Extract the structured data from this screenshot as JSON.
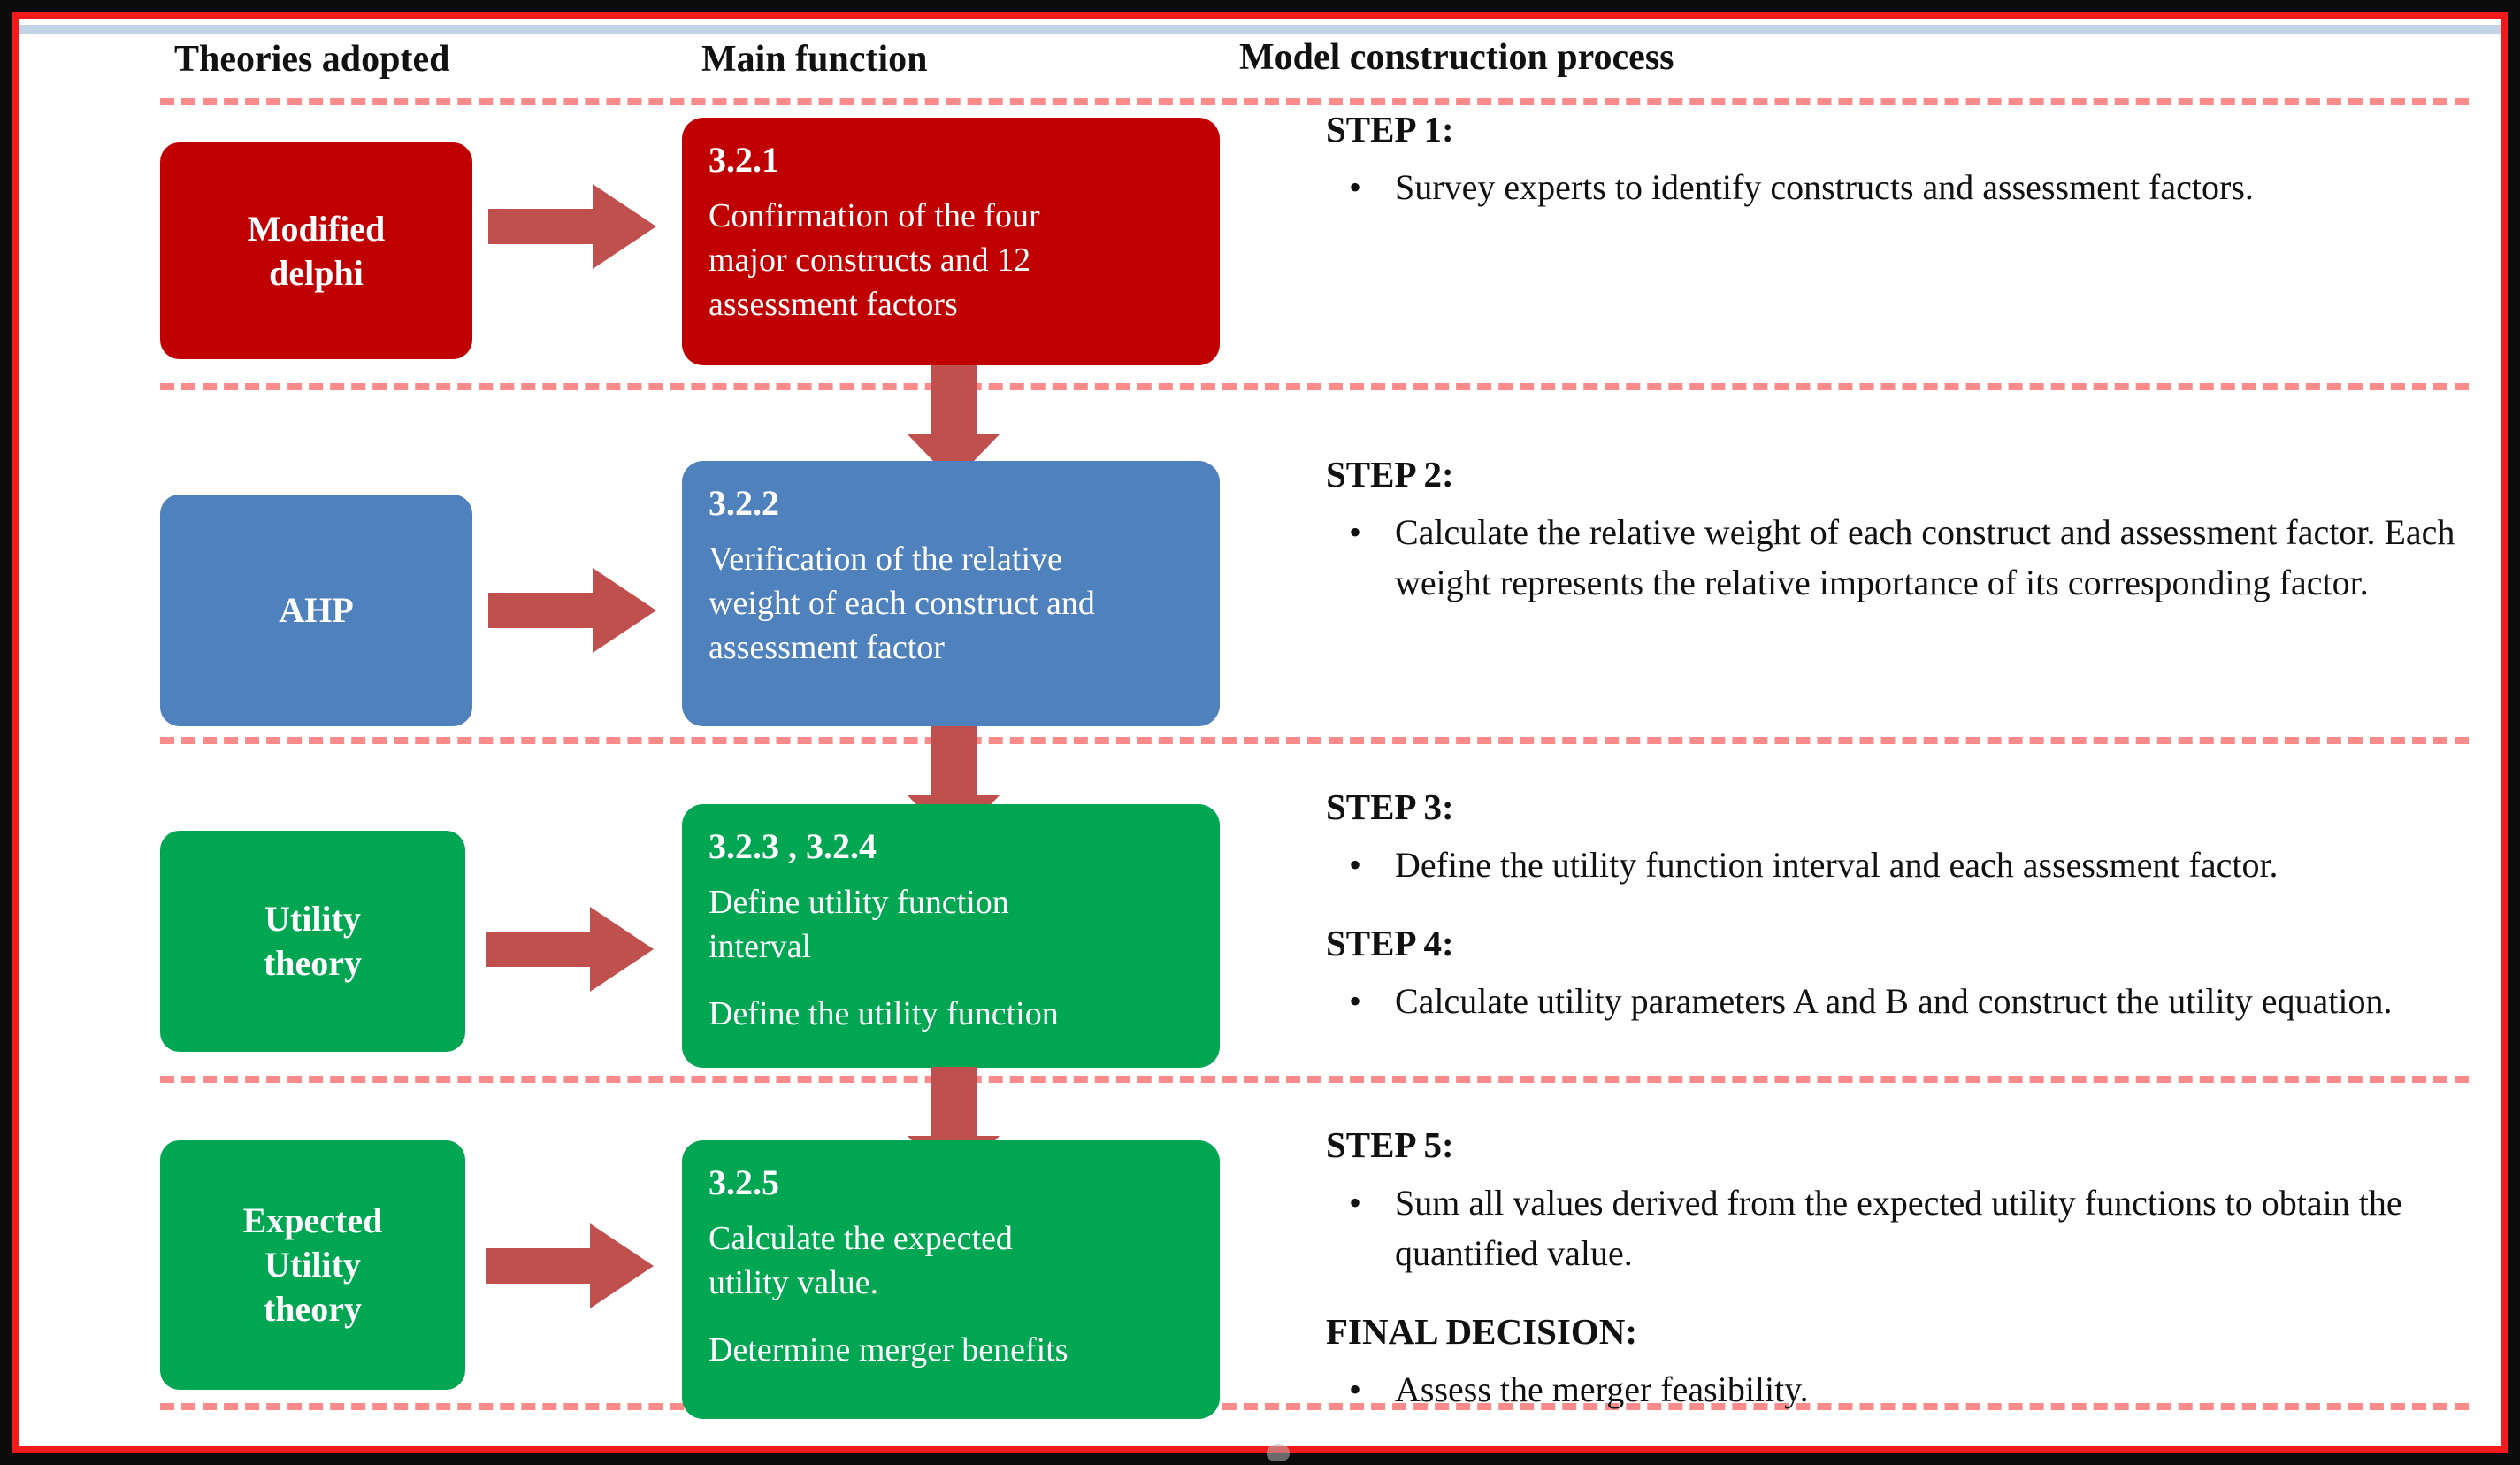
{
  "columns": {
    "theories": "Theories adopted",
    "main_function": "Main function",
    "process": "Model construction process"
  },
  "colors": {
    "red": "#C00000",
    "blue": "#4F81BD",
    "green": "#00A651",
    "arrow": "#C0504D",
    "dashed_separator": "#FB8B8B",
    "frame_red": "#F21A1A",
    "frame_black": "#0B0B0B",
    "text_dark": "#111111",
    "text_light": "#FFFFFF"
  },
  "rows": [
    {
      "theory": "Modified\ndelphi",
      "theory_label_line1": "Modified",
      "theory_label_line2": "delphi",
      "color": "#C00000",
      "section_number": "3.2.1",
      "function_lines": [
        "Confirmation of the four",
        " major constructs and 12",
        "assessment  factors"
      ]
    },
    {
      "theory_label_line1": "AHP",
      "theory_label_line2": "",
      "color": "#4F81BD",
      "section_number": "3.2.2",
      "function_lines": [
        "Verification of the relative",
        "weight of each construct and",
        "assessment factor"
      ]
    },
    {
      "theory_label_line1": "Utility",
      "theory_label_line2": "theory",
      "color": "#00A651",
      "section_number": "3.2.3 , 3.2.4",
      "function_paragraphs": [
        "Define utility function\ninterval",
        "Define the utility function"
      ]
    },
    {
      "theory_label_line1": "Expected",
      "theory_label_line2": "Utility",
      "theory_label_line3": "theory",
      "color": "#00A651",
      "section_number": "3.2.5",
      "function_paragraphs": [
        "Calculate the expected\nutility value.",
        "Determine merger benefits"
      ]
    }
  ],
  "steps": [
    {
      "title": "STEP 1:",
      "bullet": "•",
      "text": "Survey experts to identify constructs and assessment factors."
    },
    {
      "title": "STEP 2:",
      "bullet": "•",
      "text": "Calculate the relative weight of each construct and assessment factor. Each weight represents the relative importance of its corresponding factor."
    },
    {
      "title": "STEP 3:",
      "bullet": "•",
      "text": "Define the utility function interval and each assessment  factor."
    },
    {
      "title": "STEP 4:",
      "bullet": "•",
      "text": "Calculate utility parameters A and B and construct the utility equation."
    },
    {
      "title": "STEP 5:",
      "bullet": "•",
      "text": "Sum all values derived from the expected utility functions to obtain the quantified value."
    },
    {
      "title": "FINAL DECISION:",
      "bullet": "•",
      "text": "Assess the merger feasibility."
    }
  ],
  "icons": {
    "arrow_right": "arrow-right-icon",
    "arrow_down": "arrow-down-icon"
  }
}
